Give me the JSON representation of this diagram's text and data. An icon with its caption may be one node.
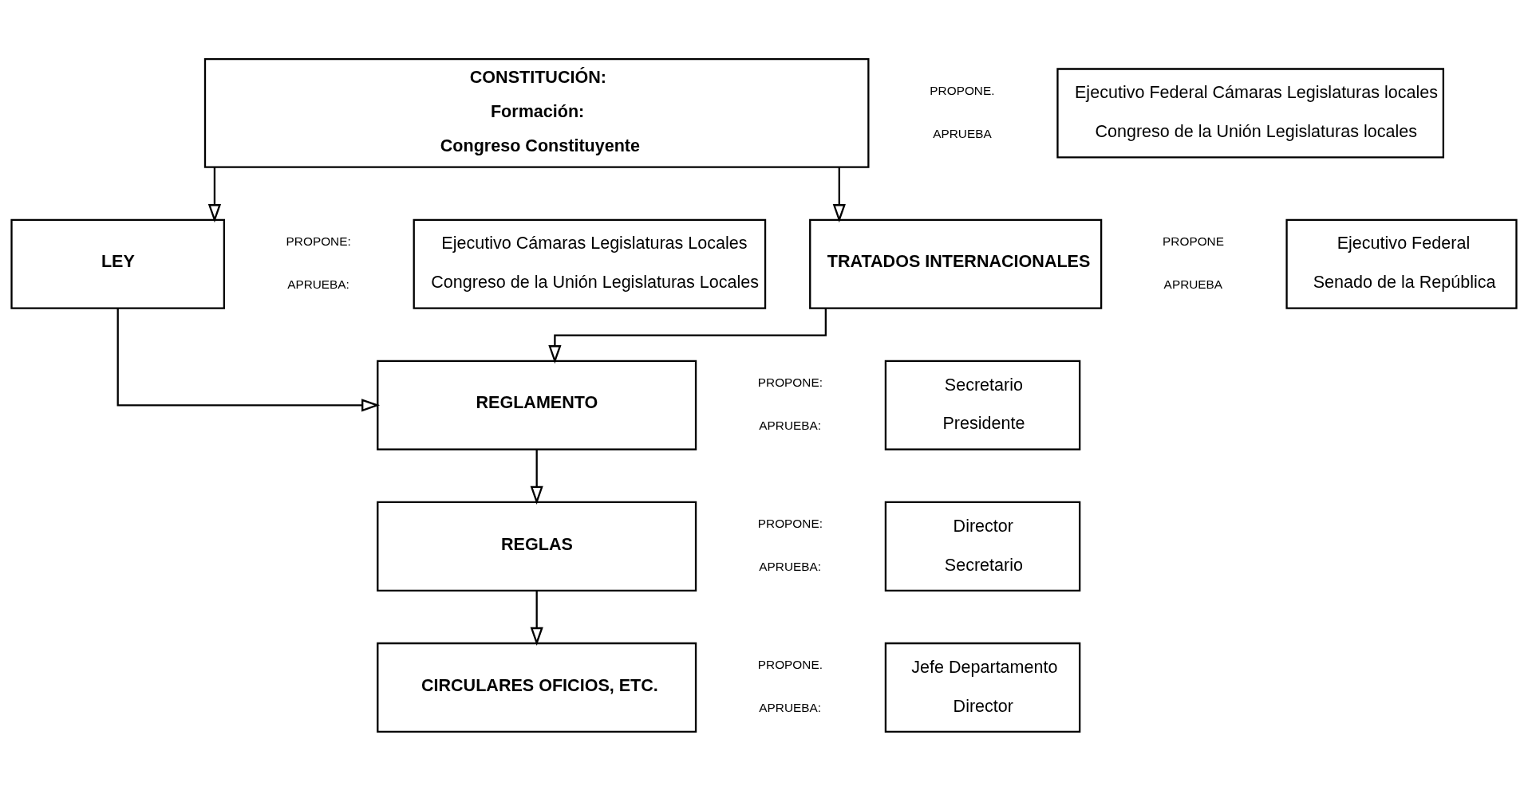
{
  "diagram": {
    "nodes": [
      {
        "text": [
          "CONSTITUCIÓN:",
          "Formación:",
          "Congreso Constituyente"
        ]
      },
      {
        "text": [
          "Ejecutivo Federal Cámaras Legislaturas locales",
          "Congreso de la Unión Legislaturas locales"
        ],
        "beside": [
          "PROPONE.",
          "APRUEBA"
        ]
      },
      {
        "text": [
          "LEY"
        ]
      },
      {
        "text": [
          "Ejecutivo Cámaras Legislaturas Locales",
          "Congreso de la Unión Legislaturas Locales"
        ],
        "beside": [
          "PROPONE:",
          "APRUEBA:"
        ]
      },
      {
        "text": [
          "TRATADOS INTERNACIONALES"
        ]
      },
      {
        "text": [
          "Ejecutivo Federal",
          "Senado de la República"
        ],
        "beside": [
          "PROPONE",
          "APRUEBA"
        ]
      },
      {
        "text": [
          "REGLAMENTO"
        ]
      },
      {
        "text": [
          "Secretario",
          "Presidente"
        ],
        "beside": [
          "PROPONE:",
          "APRUEBA:"
        ]
      },
      {
        "text": [
          "REGLAS"
        ]
      },
      {
        "text": [
          "Director",
          "Secretario"
        ],
        "beside": [
          "PROPONE:",
          "APRUEBA:"
        ]
      },
      {
        "text": [
          "CIRCULARES OFICIOS, ETC."
        ]
      },
      {
        "text": [
          "Jefe Departamento",
          "Director"
        ],
        "beside": [
          "PROPONE.",
          "APRUEBA:"
        ]
      }
    ],
    "edges": [
      {
        "from": 0,
        "to": 2,
        "arrow": "to"
      },
      {
        "from": 0,
        "to": 4,
        "arrow": "to"
      },
      {
        "from": 2,
        "to": 6,
        "arrow": "to"
      },
      {
        "from": 4,
        "to": 6,
        "arrow": "to"
      },
      {
        "from": 6,
        "to": 8,
        "arrow": "to"
      },
      {
        "from": 8,
        "to": 10,
        "arrow": "to"
      }
    ]
  }
}
